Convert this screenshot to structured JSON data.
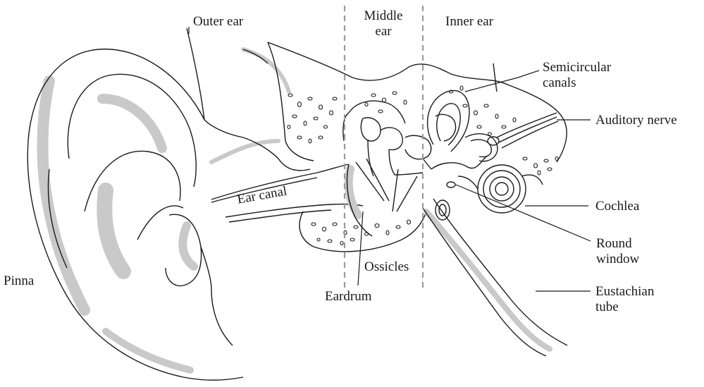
{
  "labels": {
    "outer_ear": "Outer ear",
    "middle_ear_line1": "Middle",
    "middle_ear_line2": "ear",
    "inner_ear": "Inner ear",
    "semicircular_line1": "Semicircular",
    "semicircular_line2": "canals",
    "auditory_nerve": "Auditory nerve",
    "ear_canal": "Ear canal",
    "cochlea": "Cochlea",
    "round_window_line1": "Round",
    "round_window_line2": "window",
    "ossicles": "Ossicles",
    "pinna": "Pinna",
    "eardrum": "Eardrum",
    "eustachian_line1": "Eustachian",
    "eustachian_line2": "tube"
  },
  "colors": {
    "line": "#1a1a1a",
    "shade": "#c9c9c9",
    "divider": "#9a9a9a"
  }
}
